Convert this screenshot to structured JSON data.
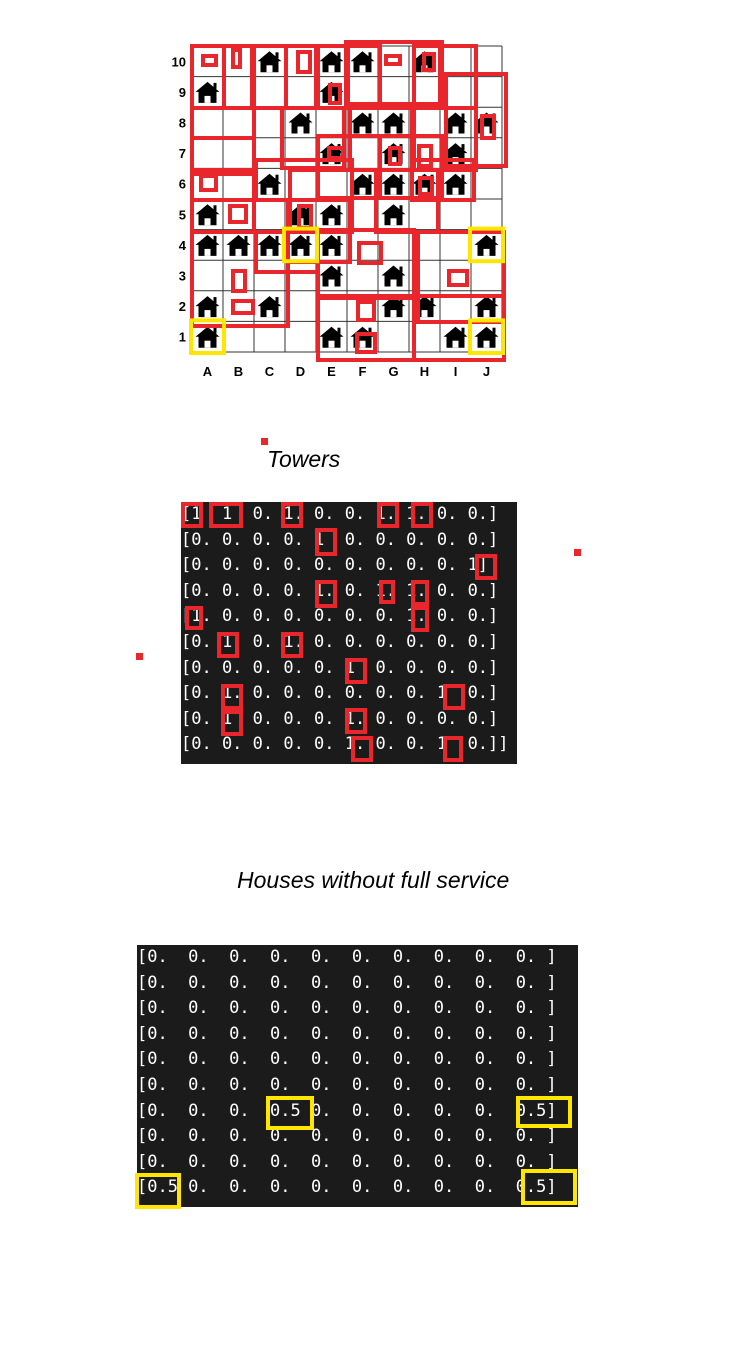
{
  "grid": {
    "row_labels": [
      "10",
      "9",
      "8",
      "7",
      "6",
      "5",
      "4",
      "3",
      "2",
      "1"
    ],
    "col_labels": [
      "A",
      "B",
      "C",
      "D",
      "E",
      "F",
      "G",
      "H",
      "I",
      "J"
    ],
    "houses": [
      "C10",
      "E10",
      "F10",
      "H10",
      "A9",
      "E9",
      "D8",
      "F8",
      "G8",
      "I8",
      "J8",
      "E7",
      "G7",
      "I7",
      "C6",
      "F6",
      "G6",
      "H6",
      "I6",
      "A5",
      "D5",
      "E5",
      "G5",
      "A4",
      "B4",
      "C4",
      "D4",
      "E4",
      "J4",
      "E3",
      "G3",
      "A2",
      "C2",
      "G2",
      "H2",
      "J2",
      "A1",
      "E1",
      "F1",
      "I1",
      "J1"
    ],
    "uncovered_houses": [
      "A1",
      "J1",
      "D4",
      "J4"
    ],
    "house_icon": "house-icon",
    "tower_marker_color": "#e8262c",
    "highlight_color": "#ffe600"
  },
  "towers_section": {
    "title": "Towers",
    "rows": [
      "[1  1  0. 1. 0. 0. 1. 1. 0. 0.]",
      "[0. 0. 0. 0. 1  0. 0. 0. 0. 0.]",
      "[0. 0. 0. 0. 0. 0. 0. 0. 0. 1]",
      "[0. 0. 0. 0. 1. 0. 1. 1. 0. 0.]",
      "[1. 0. 0. 0. 0. 0. 0. 1. 0. 0.]",
      "[0. 1  0. 1. 0. 0. 0. 0. 0. 0.]",
      "[0. 0. 0. 0. 0. 1  0. 0. 0. 0.]",
      "[0. 1. 0. 0. 0. 0. 0. 0. 1  0.]",
      "[0. 1  0. 0. 0. 1. 0. 0. 0. 0.]",
      "[0. 0. 0. 0. 0. 1. 0. 0. 1  0.]]"
    ]
  },
  "houses_section": {
    "title": "Houses without full service",
    "rows": [
      "[0.  0.  0.  0.  0.  0.  0.  0.  0.  0. ]",
      "[0.  0.  0.  0.  0.  0.  0.  0.  0.  0. ]",
      "[0.  0.  0.  0.  0.  0.  0.  0.  0.  0. ]",
      "[0.  0.  0.  0.  0.  0.  0.  0.  0.  0. ]",
      "[0.  0.  0.  0.  0.  0.  0.  0.  0.  0. ]",
      "[0.  0.  0.  0.  0.  0.  0.  0.  0.  0. ]",
      "[0.  0.  0.  0.5 0.  0.  0.  0.  0.  0.5]",
      "[0.  0.  0.  0.  0.  0.  0.  0.  0.  0. ]",
      "[0.  0.  0.  0.  0.  0.  0.  0.  0.  0. ]",
      "[0.5 0.  0.  0.  0.  0.  0.  0.  0.  0.5]"
    ]
  }
}
